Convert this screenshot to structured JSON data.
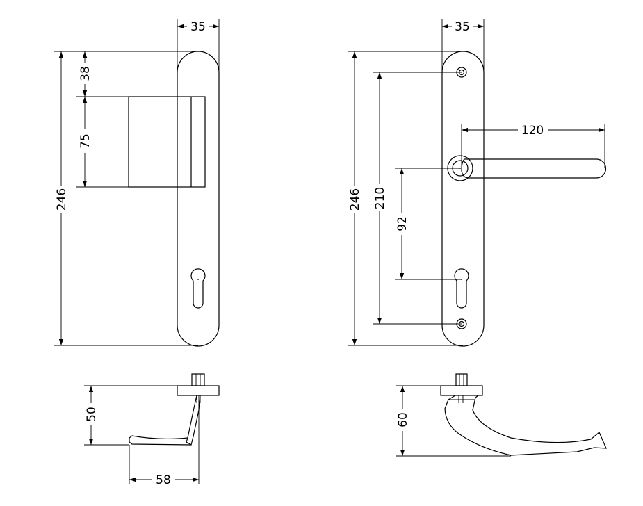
{
  "left_plate": {
    "width_label": "35",
    "height_label": "246",
    "top_offset_label": "38",
    "handle_block_label": "75"
  },
  "right_plate": {
    "width_label": "35",
    "height_label": "246",
    "screw_spacing_label": "210",
    "handle_to_cylinder_label": "92",
    "lever_length_label": "120"
  },
  "left_profile": {
    "height_label": "50",
    "depth_label": "58"
  },
  "right_profile": {
    "height_label": "60"
  }
}
